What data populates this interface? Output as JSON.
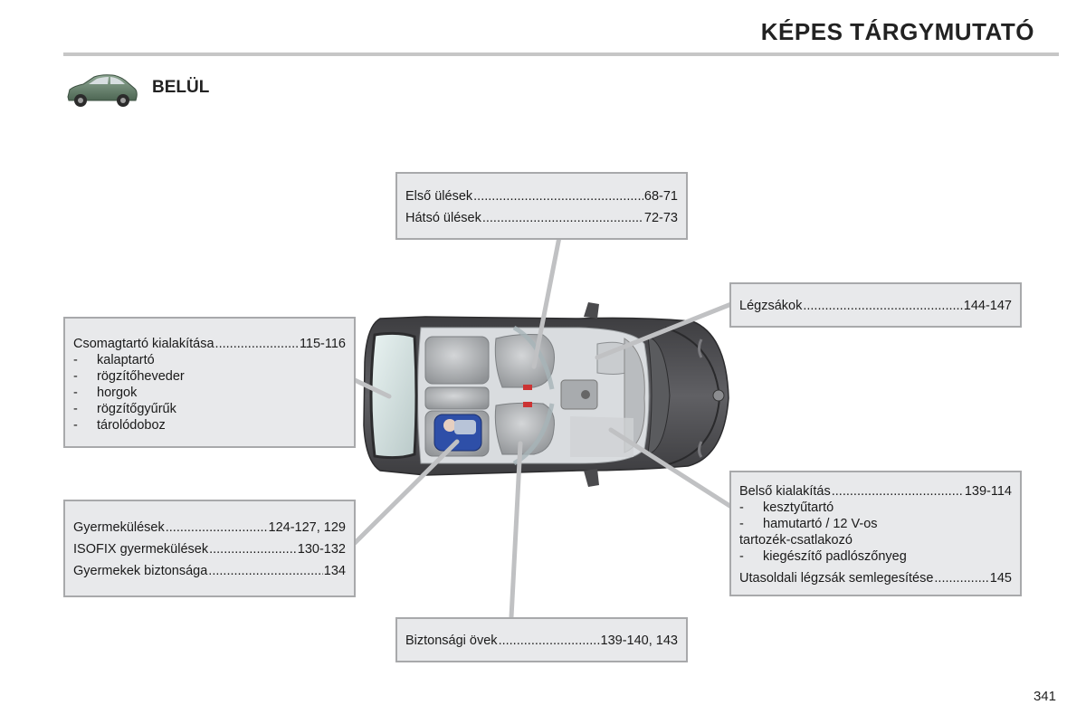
{
  "header": {
    "title": "KÉPES TÁRGYMUTATÓ",
    "section_title": "BELÜL",
    "section_icon": "car-hatchback-icon",
    "section_icon_color": "#5e7a63"
  },
  "callouts": {
    "seats": {
      "items": [
        {
          "label": "Első ülések",
          "pages": "68-71"
        },
        {
          "label": "Hátsó ülések",
          "pages": "72-73"
        }
      ]
    },
    "airbags": {
      "items": [
        {
          "label": "Légzsákok",
          "pages": "144-147"
        }
      ]
    },
    "boot": {
      "main": {
        "label": "Csomagtartó kialakítása",
        "pages": "115-116"
      },
      "sub_items": [
        "kalaptartó",
        "rögzítőheveder",
        "horgok",
        "rögzítőgyűrűk",
        "tárolódoboz"
      ]
    },
    "child": {
      "items": [
        {
          "label": "Gyermekülések",
          "pages": "124-127, 129"
        },
        {
          "label": "ISOFIX gyermekülések",
          "pages": "130-132"
        },
        {
          "label": "Gyermekek biztonsága",
          "pages": "134"
        }
      ]
    },
    "interior": {
      "main": {
        "label": "Belső kialakítás",
        "pages": "139-114"
      },
      "sub_items": [
        {
          "first": "kesztyűtartó"
        },
        {
          "first": "hamutartó / 12 V-os",
          "second": "tartozék-csatlakozó"
        },
        {
          "first": "kiegészítő padlószőnyeg"
        }
      ],
      "extra": {
        "label": "Utasoldali légzsák semlegesítése",
        "pages": "145"
      }
    },
    "belts": {
      "items": [
        {
          "label": "Biztonsági övek",
          "pages": "139-140, 143"
        }
      ]
    }
  },
  "footer": {
    "page_number": "341"
  },
  "colors": {
    "box_background": "#e8e9eb",
    "box_border": "#a8a9ab",
    "car_body": "#4e4e52",
    "cabin_interior": "#dfe1e3"
  }
}
